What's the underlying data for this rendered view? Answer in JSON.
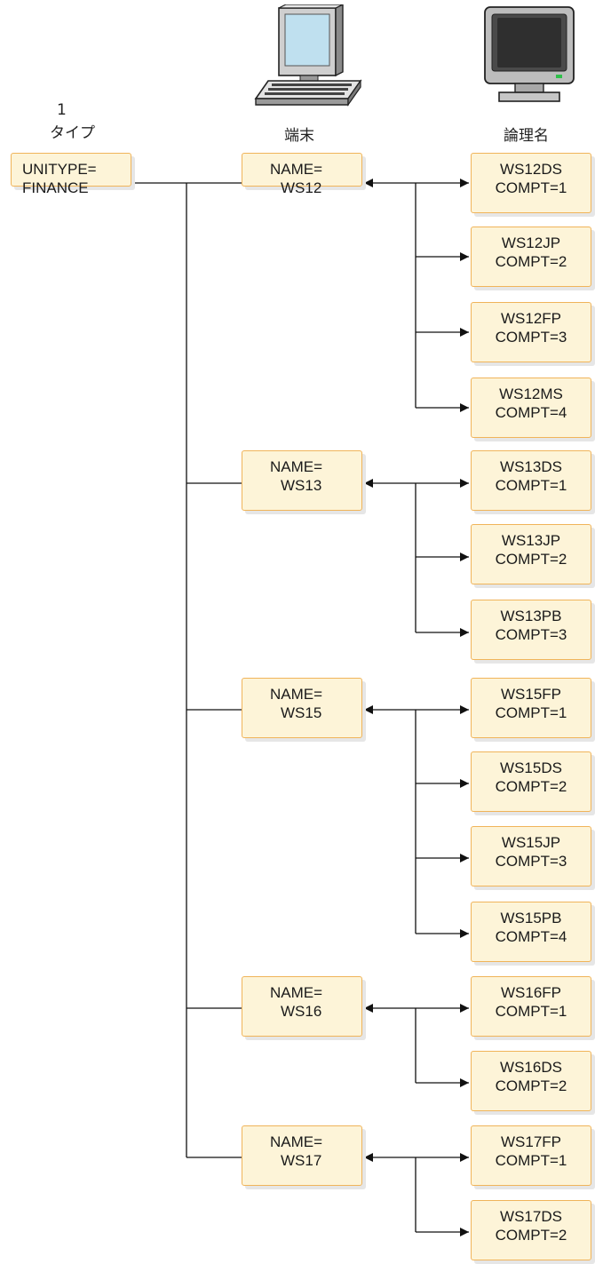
{
  "columns": {
    "type": {
      "number": "1",
      "label": "タイプ"
    },
    "terminal": {
      "label": "端末"
    },
    "logical": {
      "label": "論理名"
    }
  },
  "type_box": {
    "line1": "UNITYPE=",
    "line2": "FINANCE"
  },
  "terminals": [
    {
      "line1": "NAME=",
      "line2": "WS12",
      "logical": [
        {
          "line1": "WS12DS",
          "line2": "COMPT=1"
        },
        {
          "line1": "WS12JP",
          "line2": "COMPT=2"
        },
        {
          "line1": "WS12FP",
          "line2": "COMPT=3"
        },
        {
          "line1": "WS12MS",
          "line2": "COMPT=4"
        }
      ]
    },
    {
      "line1": "NAME=",
      "line2": "WS13",
      "logical": [
        {
          "line1": "WS13DS",
          "line2": "COMPT=1"
        },
        {
          "line1": "WS13JP",
          "line2": "COMPT=2"
        },
        {
          "line1": "WS13PB",
          "line2": "COMPT=3"
        }
      ]
    },
    {
      "line1": "NAME=",
      "line2": "WS15",
      "logical": [
        {
          "line1": "WS15FP",
          "line2": "COMPT=1"
        },
        {
          "line1": "WS15DS",
          "line2": "COMPT=2"
        },
        {
          "line1": "WS15JP",
          "line2": "COMPT=3"
        },
        {
          "line1": "WS15PB",
          "line2": "COMPT=4"
        }
      ]
    },
    {
      "line1": "NAME=",
      "line2": "WS16",
      "logical": [
        {
          "line1": "WS16FP",
          "line2": "COMPT=1"
        },
        {
          "line1": "WS16DS",
          "line2": "COMPT=2"
        }
      ]
    },
    {
      "line1": "NAME=",
      "line2": "WS17",
      "logical": [
        {
          "line1": "WS17FP",
          "line2": "COMPT=1"
        },
        {
          "line1": "WS17DS",
          "line2": "COMPT=2"
        }
      ]
    }
  ],
  "colors": {
    "box_fill": "#fdf4d8",
    "box_border": "#f0b45a",
    "line": "#111111"
  },
  "icons": [
    "computer-terminal-icon",
    "computer-monitor-icon"
  ]
}
